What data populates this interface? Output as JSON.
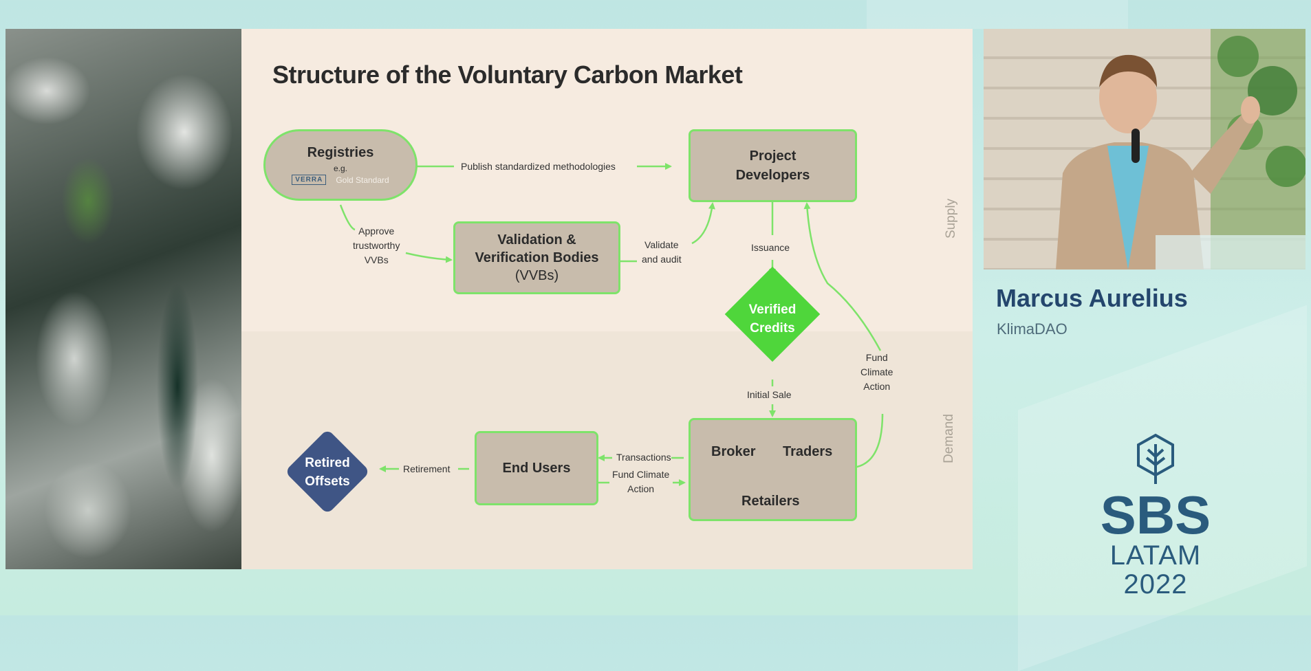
{
  "slide": {
    "title": "Structure of the Voluntary Carbon Market",
    "side_labels": {
      "supply": "Supply",
      "demand": "Demand"
    },
    "nodes": {
      "registries": {
        "title": "Registries",
        "example": "e.g.",
        "logo_verra": "VERRA",
        "logo_gold": "Gold Standard"
      },
      "project_developers": {
        "line1": "Project",
        "line2": "Developers"
      },
      "vvb": {
        "line1": "Validation &",
        "line2": "Verification Bodies",
        "line3": "(VVBs)"
      },
      "verified_credits": {
        "line1": "Verified",
        "line2": "Credits"
      },
      "market": {
        "broker": "Broker",
        "traders": "Traders",
        "retailers": "Retailers"
      },
      "end_users": {
        "label": "End Users"
      },
      "retired_offsets": {
        "line1": "Retired",
        "line2": "Offsets"
      }
    },
    "edges": {
      "publish": "Publish standardized methodologies",
      "approve": [
        "Approve",
        "trustworthy",
        "VVBs"
      ],
      "validate": [
        "Validate",
        "and audit"
      ],
      "issuance": "Issuance",
      "initial_sale": "Initial Sale",
      "fund_right": [
        "Fund",
        "Climate",
        "Action"
      ],
      "transactions": "Transactions",
      "fund_bottom": [
        "Fund Climate",
        "Action"
      ],
      "retirement": "Retirement"
    }
  },
  "speaker": {
    "name": "Marcus Aurelius",
    "org": "KlimaDAO"
  },
  "event": {
    "line1": "SBS",
    "line2": "LATAM",
    "line3": "2022"
  },
  "colors": {
    "accent_green": "#7ee36a",
    "credits_green": "#4fd63b",
    "box": "#c8bcac",
    "navy": "#3f5585",
    "name": "#24466d"
  }
}
